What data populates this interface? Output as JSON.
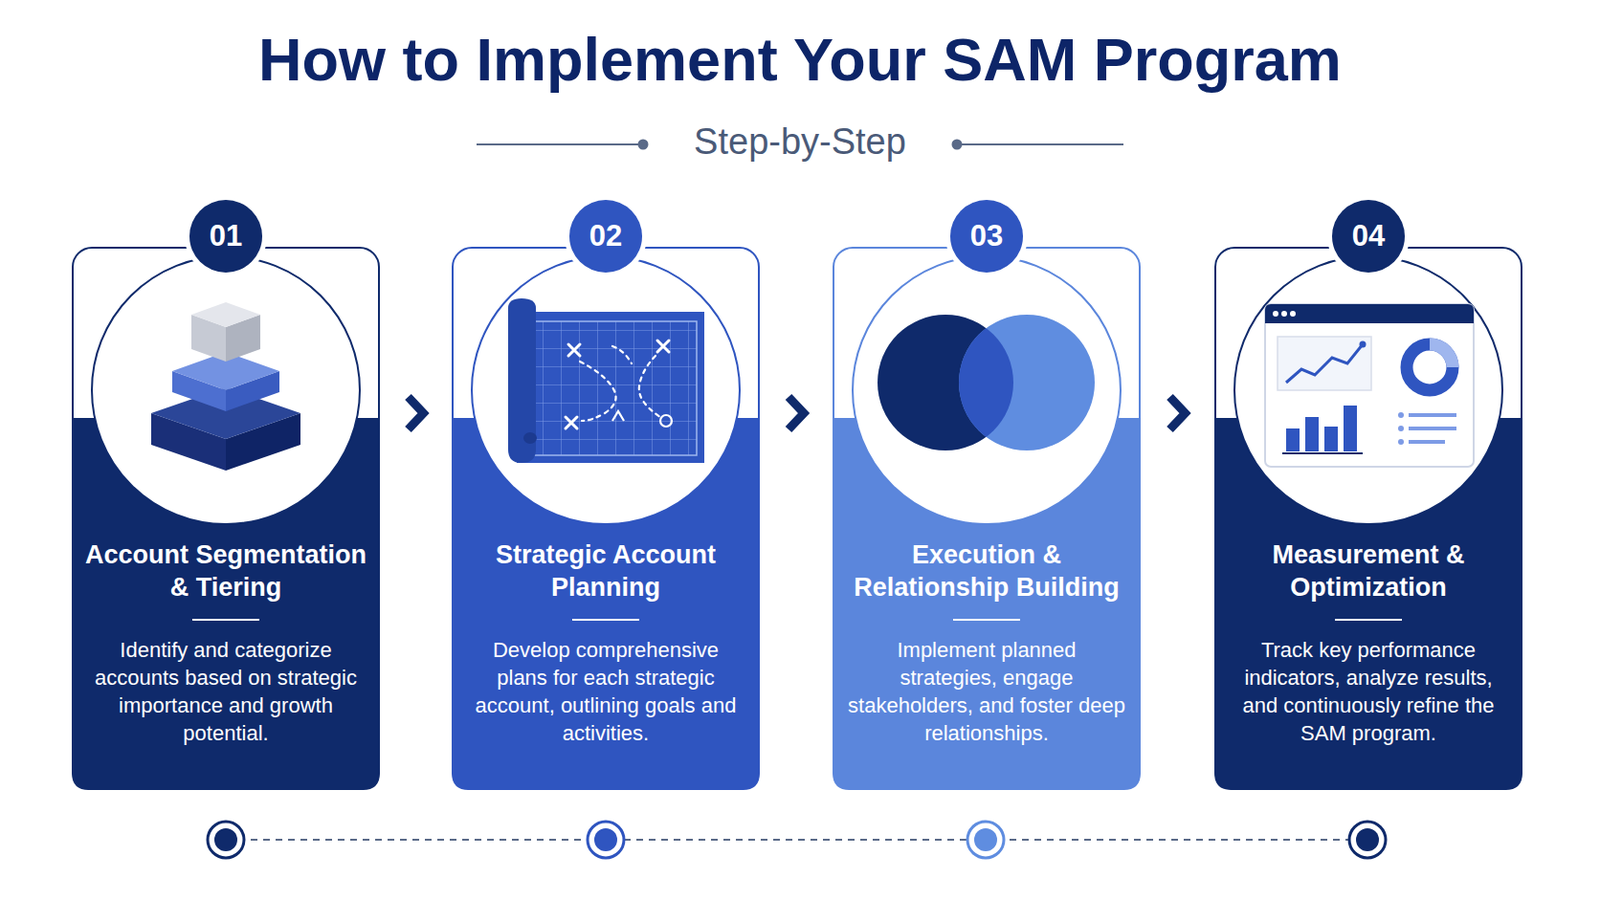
{
  "diagram": {
    "title": "How to Implement Your SAM Program",
    "nodes": [
      {
        "text": [
          "Account Segmentation & Tiering",
          "Identify and categorize accounts based on strategic importance and growth potential."
        ]
      },
      {
        "text": [
          "01"
        ],
        "in": 0
      },
      {
        "text": [
          "Strategic Account Planning",
          "Develop comprehensive plans for each strategic account, outlining goals and activities."
        ]
      },
      {
        "text": [
          "02"
        ],
        "in": 2
      },
      {
        "text": [
          "Execution & Relationship Building",
          "Implement planned strategies, engage stakeholders, and foster deep relationships."
        ]
      },
      {
        "text": [
          "03"
        ],
        "in": 4
      },
      {
        "text": [
          "Measurement & Optimization",
          "Track key performance indicators, analyze results, and continuously refine the SAM program."
        ]
      },
      {
        "text": [
          "04"
        ],
        "in": 6
      }
    ],
    "edges": [
      {
        "from": 0,
        "to": 2,
        "arrow": "to"
      },
      {
        "from": 2,
        "to": 4,
        "arrow": "to"
      },
      {
        "from": 4,
        "to": 6,
        "arrow": "to"
      }
    ],
    "labels": [
      "Step-by-Step"
    ]
  }
}
